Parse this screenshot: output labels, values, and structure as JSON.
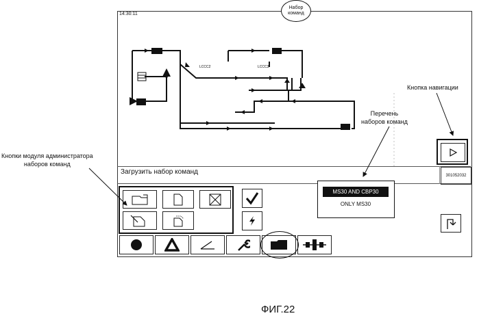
{
  "window": {
    "clock": "14:30:11",
    "title_line1": "Набор",
    "title_line2": "команд"
  },
  "panel": {
    "load_label": "Загрузить набор команд",
    "side_box": "301052032"
  },
  "route_labels": [
    "LCCC2",
    "LCCC3"
  ],
  "command_sets": {
    "selected": "MS30 AND CBP30",
    "items": [
      "MS30 AND CBP30",
      "ONLY MS30"
    ]
  },
  "annotations": {
    "nav_button": "Кнопка навигации",
    "list_line1": "Перечень",
    "list_line2": "наборов команд",
    "admin_line1": "Кнопки модуля администратора",
    "admin_line2": "наборов команд"
  },
  "figure_caption": "ФИГ.22",
  "icons": {
    "admin": [
      "folder-open-icon",
      "new-document-icon",
      "delete-box-icon",
      "edit-document-icon",
      "copy-document-icon"
    ],
    "actions": [
      "checkmark-icon",
      "lightning-icon"
    ],
    "toolbar": [
      "circle-icon",
      "triangle-icon",
      "angle-icon",
      "wrench-icon",
      "folder-icon",
      "network-icon"
    ],
    "nav": "play-icon",
    "exit": "exit-icon"
  }
}
